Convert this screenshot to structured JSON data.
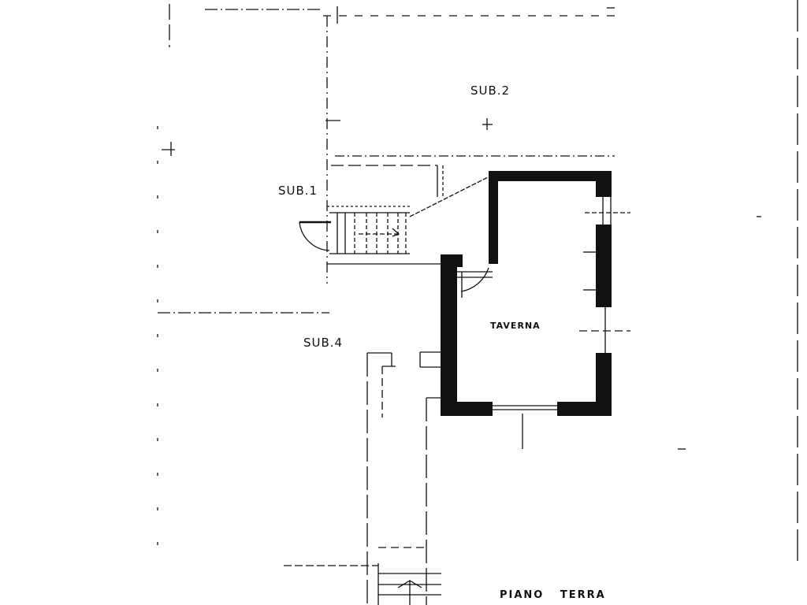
{
  "plan": {
    "labels": {
      "sub2": "SUB.2",
      "sub1": "SUB.1",
      "sub4": "SUB.4",
      "room": "TAVERNA",
      "floor_title": "PIANO TERRA"
    },
    "colors": {
      "ink": "#111111",
      "paper": "#ffffff"
    }
  }
}
